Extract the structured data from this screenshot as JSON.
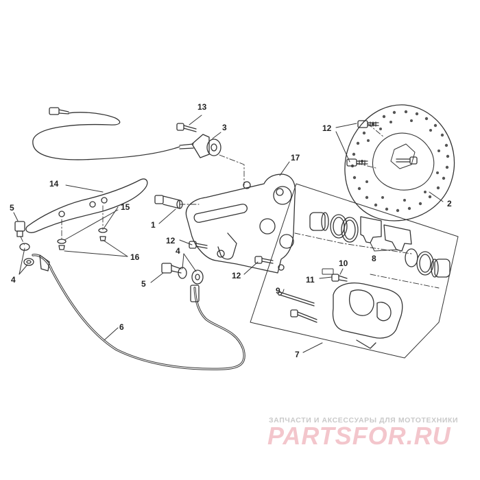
{
  "callouts": [
    {
      "id": "c1",
      "text": "1"
    },
    {
      "id": "c2",
      "text": "2"
    },
    {
      "id": "c3",
      "text": "3"
    },
    {
      "id": "c4a",
      "text": "4"
    },
    {
      "id": "c4b",
      "text": "4"
    },
    {
      "id": "c5a",
      "text": "5"
    },
    {
      "id": "c5b",
      "text": "5"
    },
    {
      "id": "c6",
      "text": "6"
    },
    {
      "id": "c7",
      "text": "7"
    },
    {
      "id": "c8",
      "text": "8"
    },
    {
      "id": "c9",
      "text": "9"
    },
    {
      "id": "c10",
      "text": "10"
    },
    {
      "id": "c11",
      "text": "11"
    },
    {
      "id": "c12a",
      "text": "12"
    },
    {
      "id": "c12b",
      "text": "12"
    },
    {
      "id": "c12c",
      "text": "12"
    },
    {
      "id": "c13",
      "text": "13"
    },
    {
      "id": "c14",
      "text": "14"
    },
    {
      "id": "c15",
      "text": "15"
    },
    {
      "id": "c16",
      "text": "16"
    },
    {
      "id": "c17",
      "text": "17"
    }
  ],
  "watermark": {
    "subtitle": "ЗАПЧАСТИ И АКСЕССУАРЫ ДЛЯ МОТОТЕХНИКИ",
    "logo": "PARTSFOR.RU"
  },
  "colors": {
    "line": "#333333",
    "watermark_text": "#c9c9c9",
    "watermark_logo": "#f3c6cc"
  }
}
